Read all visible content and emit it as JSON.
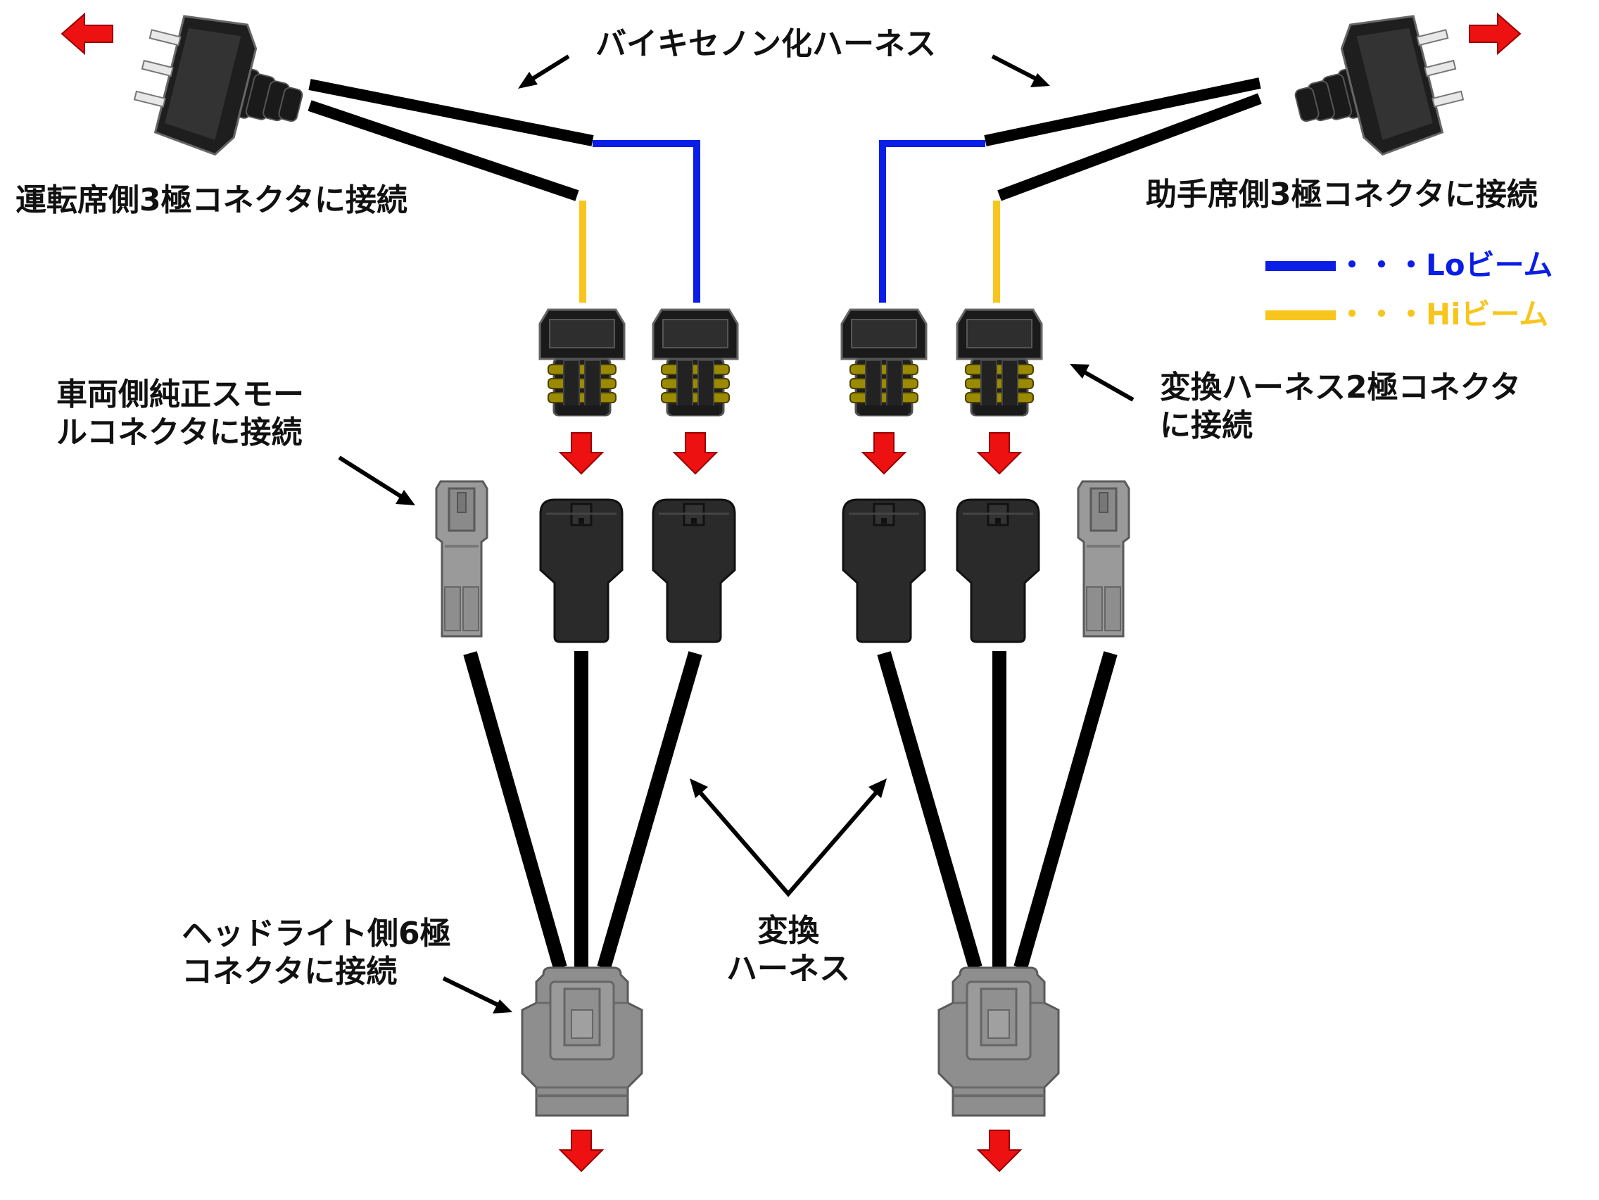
{
  "labels": {
    "top_harness": "バイキセノン化ハーネス",
    "driver_side": "運転席側3極コネクタに接続",
    "passenger_side": "助手席側3極コネクタに接続",
    "small_connector_line1": "車両側純正スモー",
    "small_connector_line2": "ルコネクタに接続",
    "two_pole_line1": "変換ハーネス2極コネクタ",
    "two_pole_line2": "に接続",
    "headlight_line1": "ヘッドライト側6極",
    "headlight_line2": "コネクタに接続",
    "conversion_line1": "変換",
    "conversion_line2": "ハーネス"
  },
  "legend": [
    {
      "label": "・・・Loビーム",
      "color": "#0a1ee6"
    },
    {
      "label": "・・・Hiビーム",
      "color": "#f8c51c"
    }
  ],
  "colors": {
    "wire": "#000000",
    "lo_wire": "#0a1ee6",
    "hi_wire": "#f8c51c",
    "arrow": "#ee1111",
    "dark_connector": "#2a2a2a",
    "grey_connector": "#8a8a8a",
    "pin_yellow": "#b8a000"
  },
  "icons": {
    "plug": "h4-plug-icon",
    "socket": "two-pole-socket-icon",
    "male_connector": "two-pole-male-connector-icon",
    "small_connector": "small-connector-icon",
    "six_pole": "six-pole-connector-icon",
    "arrow": "red-arrow-icon"
  }
}
